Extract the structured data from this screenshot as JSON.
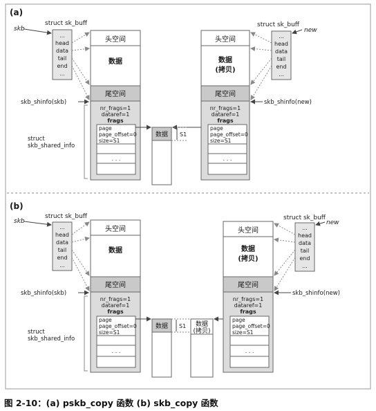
{
  "panel_a": {
    "label": "(a)",
    "left": {
      "var": "skb",
      "struct": "struct sk_buff",
      "fields": [
        "...",
        "head",
        "data",
        "tail",
        "end",
        "..."
      ],
      "headroom": "头空间",
      "data": "数据",
      "tailroom": "尾空间",
      "shinfo_ptr": "skb_shinfo(skb)",
      "shared_info_label": [
        "struct",
        "skb_shared_info"
      ],
      "nr_frags": "nr_frags=1",
      "dataref": "dataref=1",
      "frags": "frags",
      "frag": [
        "page",
        "page_offset=0",
        "size=S1"
      ],
      "dots": ". . ."
    },
    "right": {
      "var": "new",
      "struct": "struct sk_buff",
      "fields": [
        "...",
        "head",
        "data",
        "tail",
        "end",
        "..."
      ],
      "headroom": "头空间",
      "data": [
        "数据",
        "(拷贝)"
      ],
      "tailroom": "尾空间",
      "shinfo_ptr": "skb_shinfo(new)",
      "nr_frags": "nr_frags=1",
      "dataref": "dataref=1",
      "frags": "frags",
      "frag": [
        "page",
        "page_offset=0",
        "size=S1"
      ],
      "dots": ". . ."
    },
    "page_block": "数据",
    "size_label": "S1"
  },
  "panel_b": {
    "label": "(b)",
    "left": {
      "var": "skb",
      "struct": "struct sk_buff",
      "fields": [
        "...",
        "head",
        "data",
        "tail",
        "end",
        "..."
      ],
      "headroom": "头空间",
      "data": "数据",
      "tailroom": "尾空间",
      "shinfo_ptr": "skb_shinfo(skb)",
      "shared_info_label": [
        "struct",
        "skb_shared_info"
      ],
      "nr_frags": "nr_frags=1",
      "dataref": "dataref=1",
      "frags": "frags",
      "frag": [
        "page",
        "page_offset=0",
        "size=S1"
      ],
      "dots": ". . ."
    },
    "right": {
      "var": "new",
      "struct": "struct sk_buff",
      "fields": [
        "...",
        "head",
        "data",
        "tail",
        "end",
        "..."
      ],
      "headroom": "头空间",
      "data": [
        "数据",
        "(拷贝)"
      ],
      "tailroom": "尾空间",
      "shinfo_ptr": "skb_shinfo(new)",
      "nr_frags": "nr_frags=1",
      "dataref": "dataref=1",
      "frags": "frags",
      "frag": [
        "page",
        "page_offset=0",
        "size=S1"
      ],
      "dots": ". . ."
    },
    "page_block": "数据",
    "page_copy": [
      "数据",
      "(拷贝)"
    ],
    "size_label": "S1"
  },
  "caption": "图 2-10：(a) pskb_copy 函数 (b) skb_copy 函数"
}
